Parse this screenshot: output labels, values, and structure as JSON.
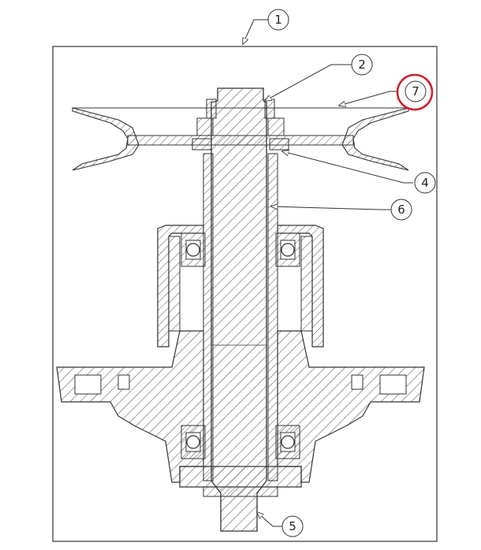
{
  "callouts": [
    {
      "id": "callout-1",
      "label": "1"
    },
    {
      "id": "callout-2",
      "label": "2"
    },
    {
      "id": "callout-7",
      "label": "7",
      "highlighted": true
    },
    {
      "id": "callout-4",
      "label": "4"
    },
    {
      "id": "callout-6",
      "label": "6"
    },
    {
      "id": "callout-5",
      "label": "5"
    }
  ],
  "colors": {
    "line": "#333333",
    "hatch": "#555555",
    "highlight": "#d0202a",
    "background": "#ffffff"
  }
}
